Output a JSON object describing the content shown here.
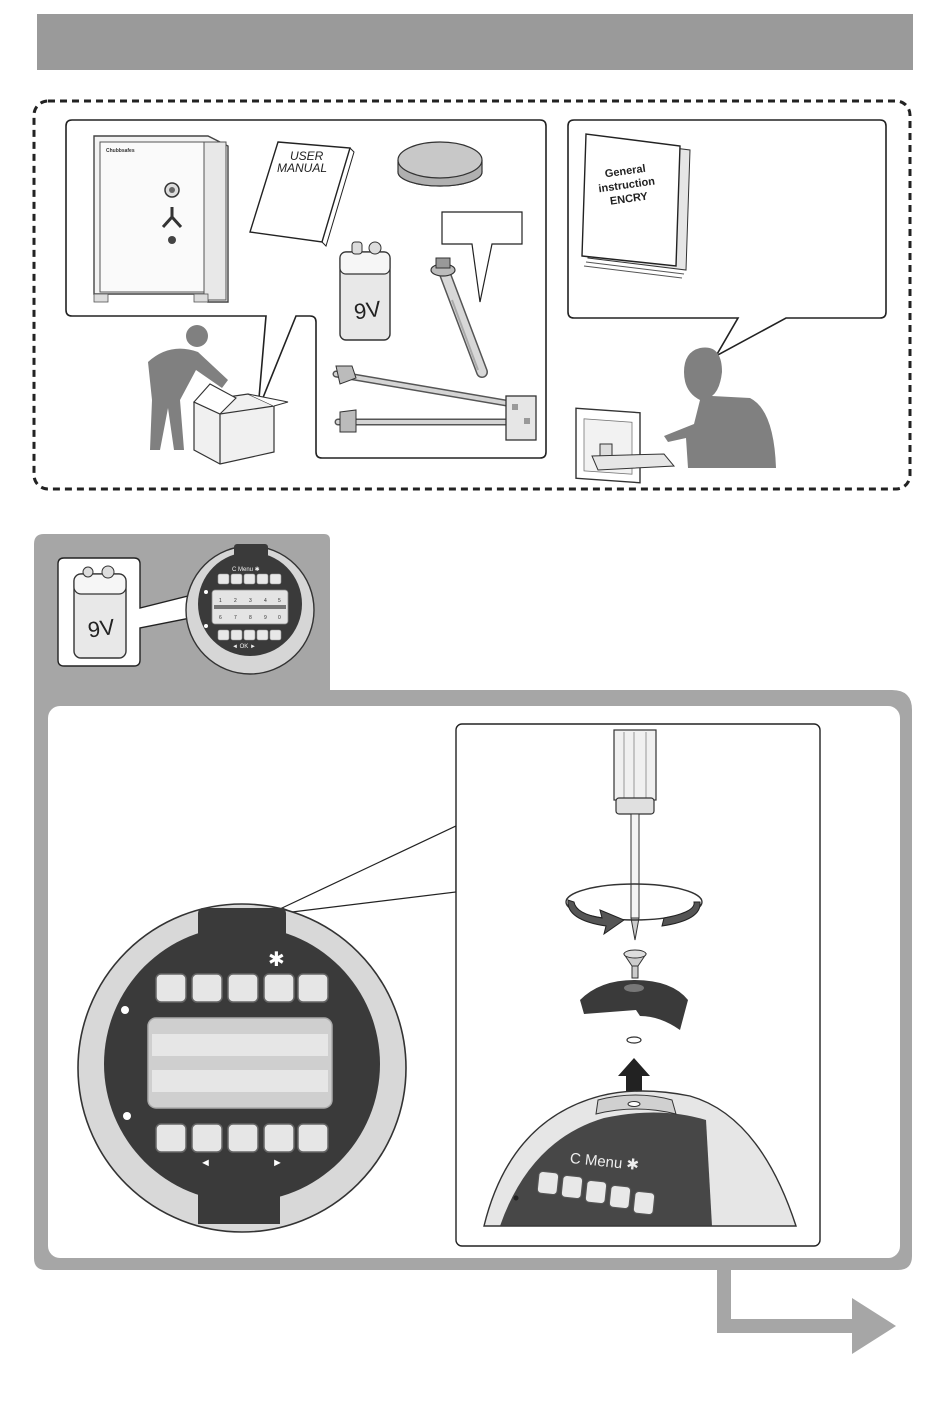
{
  "box_contents": {
    "manual_title": [
      "USER",
      "MANUAL"
    ],
    "battery_label": "9V",
    "brand_label": "Chubbsafes"
  },
  "documentation": {
    "booklet_title": [
      "General",
      "instruction",
      "ENCRY"
    ]
  },
  "battery_step": {
    "battery_label": "9V",
    "keypad_header": "C Menu ✱",
    "keypad_footer": "◄  OK  ►",
    "display_digits_top": [
      "1",
      "2",
      "3",
      "4",
      "5"
    ],
    "display_digits_bottom": [
      "6",
      "7",
      "8",
      "9",
      "0"
    ]
  },
  "install_step": {
    "star_symbol": "✱",
    "arrow_left": "◄",
    "arrow_right": "►",
    "lock_label": "C Menu ✱"
  },
  "colors": {
    "header_gray": "#9a9a9a",
    "panel_gray": "#a6a6a6",
    "dark": "#3a3a3a",
    "figure_gray": "#808080"
  }
}
